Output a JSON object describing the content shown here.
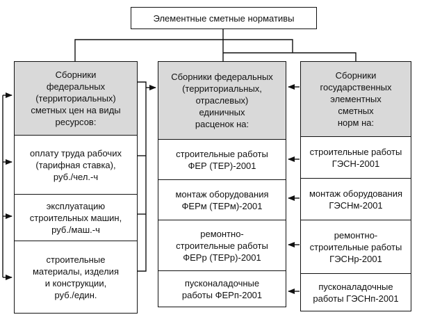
{
  "title": "Элементные сметные нормативы",
  "colors": {
    "header_fill": "#d9d9d9",
    "line": "#111111",
    "background": "#ffffff"
  },
  "columns": [
    {
      "id": "federal-resource-prices",
      "header": "Сборники\nфедеральных\n(территориальных)\nсметных цен на виды\nресурсов:",
      "items": [
        "оплату труда рабочих\n(тарифная ставка),\nруб./чел.-ч",
        "эксплуатацию\nстроительных машин,\nруб./маш.-ч",
        "строительные\nматериалы, изделия\nи конструкции,\nруб./един."
      ]
    },
    {
      "id": "federal-unit-rates",
      "header": "Сборники федеральных\n(территориальных,\nотраслевых)\nединичных\nрасценок на:",
      "items": [
        "строительные работы\nФЕР (ТЕР)-2001",
        "монтаж оборудования\nФЕРм (ТЕРм)-2001",
        "ремонтно-\nстроительные работы\nФЕРр (ТЕРр)-2001",
        "пусконаладочные\nработы ФЕРп-2001"
      ]
    },
    {
      "id": "state-elemental-norms",
      "header": "Сборники\nгосударственных\nэлементных\nсметных\nнорм на:",
      "items": [
        "строительные работы\nГЭСН-2001",
        "монтаж оборудования\nГЭСНм-2001",
        "ремонтно-\nстроительные работы\nГЭСНр-2001",
        "пусконаладочные\nработы ГЭСНп-2001"
      ]
    }
  ]
}
